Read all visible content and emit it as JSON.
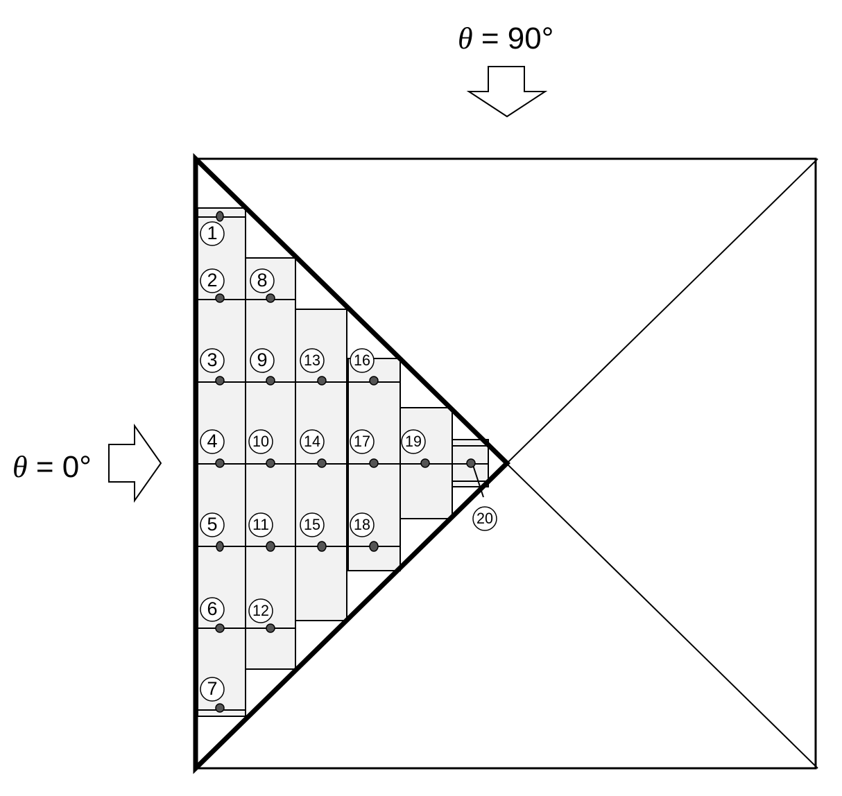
{
  "labels": {
    "top": {
      "theta": "θ",
      "rest": " = 90°"
    },
    "left": {
      "theta": "θ",
      "rest": " = 0°"
    }
  },
  "points": [
    "1",
    "2",
    "3",
    "4",
    "5",
    "6",
    "7",
    "8",
    "9",
    "10",
    "11",
    "12",
    "13",
    "14",
    "15",
    "16",
    "17",
    "18",
    "19",
    "20"
  ],
  "colors": {
    "panel_fill": "#f2f2f2",
    "point_fill": "#555555",
    "stroke": "#000000",
    "background": "#ffffff"
  }
}
